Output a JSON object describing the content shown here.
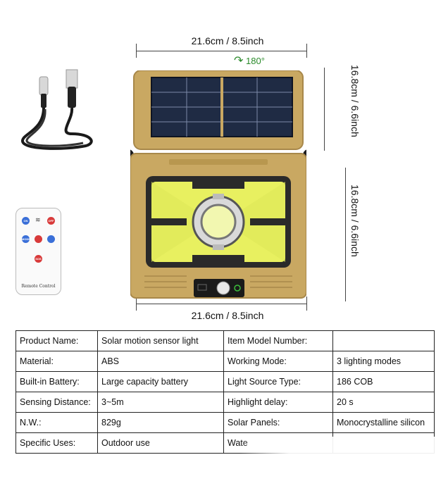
{
  "dimensions": {
    "top_width": "21.6cm / 8.5inch",
    "bottom_width": "21.6cm / 8.5inch",
    "panel_height": "16.8cm / 6.6inch",
    "lamp_height": "16.8cm / 6.6inch",
    "rotation": "180°"
  },
  "remote": {
    "label": "Remote Control",
    "buttons": [
      "ON",
      "OFF",
      "MODE",
      "SOS"
    ]
  },
  "specs": [
    {
      "label": "Product Name:",
      "value": "Solar motion sensor light",
      "label2": "Item Model Number:",
      "value2": ""
    },
    {
      "label": "Material:",
      "value": "ABS",
      "label2": "Working Mode:",
      "value2": "3 lighting modes"
    },
    {
      "label": "Built-in Battery:",
      "value": "Large capacity battery",
      "label2": "Light Source Type:",
      "value2": "186 COB"
    },
    {
      "label": "Sensing Distance:",
      "value": "3~5m",
      "label2": "Highlight delay:",
      "value2": "20 s"
    },
    {
      "label": "N.W.:",
      "value": "829g",
      "label2": "Solar Panels:",
      "value2": "Monocrystalline silicon"
    },
    {
      "label": "Specific Uses:",
      "value": "Outdoor use",
      "label2": "Wate",
      "value2": ""
    }
  ],
  "colors": {
    "housing": "#c9a862",
    "housing_dark": "#a8884a",
    "panel": "#1f2b44",
    "cob": "#e8f060",
    "sensor_green": "#3cbf3c"
  }
}
